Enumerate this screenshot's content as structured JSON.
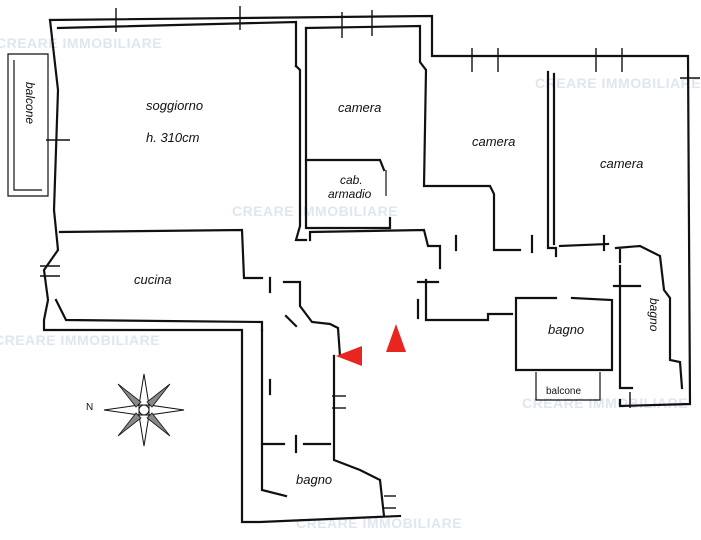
{
  "rooms": {
    "soggiorno": "soggiorno",
    "soggiorno_height": "h. 310cm",
    "camera_1": "camera",
    "camera_2": "camera",
    "camera_3": "camera",
    "cabina_line1": "cab.",
    "cabina_line2": "armadio",
    "cucina": "cucina",
    "bagno_1": "bagno",
    "bagno_2": "bagno",
    "bagno_3": "bagno",
    "balcone_1": "balcone",
    "balcone_2": "balcone"
  },
  "compass": {
    "north_label": "N"
  },
  "watermark": "CREARE IMMOBILIARE",
  "colors": {
    "arrow": "#e8261f",
    "walls": "#111111",
    "watermark": "#dfe6f0"
  }
}
